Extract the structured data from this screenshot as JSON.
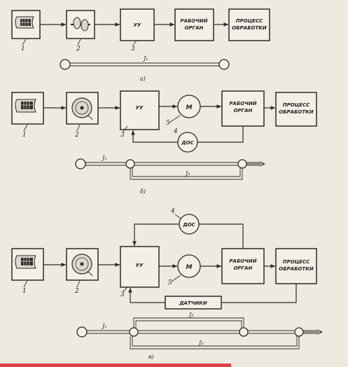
{
  "a": {
    "labels": {
      "control": "УУ",
      "work": "РАБОЧИЙ ОРГАН",
      "process": "ПРОЦЕСС ОБРАБОТКИ"
    },
    "nums": [
      "1",
      "2",
      "3"
    ],
    "flow": "J₁",
    "caption": "а)"
  },
  "b": {
    "labels": {
      "control": "УУ",
      "motor": "М",
      "work": "РАБОЧИЙ ОРГАН",
      "process": "ПРОЦЕСС ОБРАБОТКИ",
      "feedback": "ДОС"
    },
    "nums": [
      "1",
      "2",
      "3",
      "4",
      "5"
    ],
    "flow1": "J₁",
    "flow2": "J₂",
    "caption": "б)"
  },
  "c": {
    "labels": {
      "control": "УУ",
      "motor": "М",
      "work": "РАБОЧИЙ ОРГАН",
      "process": "ПРОЦЕСС ОБРАБОТКИ",
      "feedback": "ДОС",
      "sensors": "ДАТЧИКИ"
    },
    "nums": [
      "1",
      "2",
      "3",
      "4",
      "5"
    ],
    "flow1": "J₁",
    "flow2": "J₂",
    "flow3": "J₃",
    "caption": "в)"
  },
  "colors": {
    "paper": "#efeae0",
    "ink": "#2a2a2a",
    "bar": "#d9434a"
  }
}
